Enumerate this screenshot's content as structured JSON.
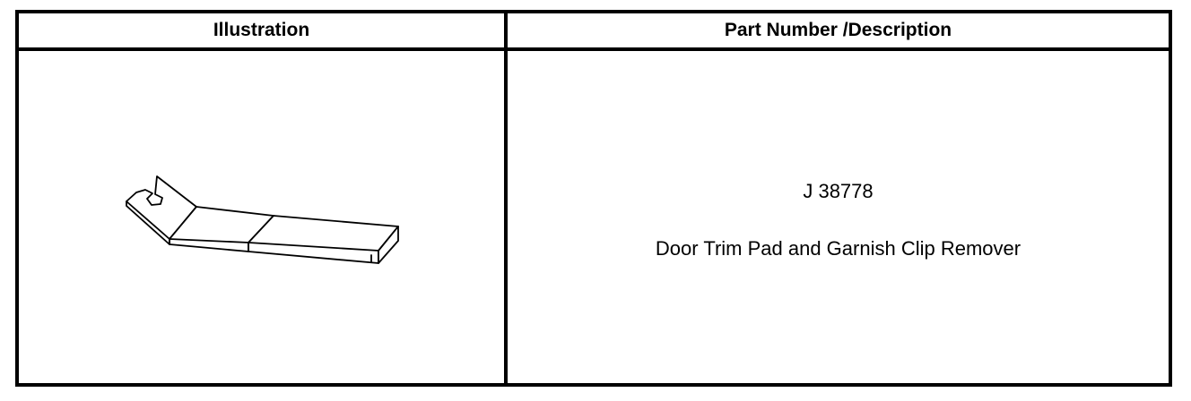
{
  "table": {
    "headers": {
      "illustration": "Illustration",
      "part_number_description": "Part Number /Description"
    },
    "rows": [
      {
        "illustration_icon": "door-trim-clip-remover-tool",
        "part_number": "J 38778",
        "description": "Door Trim Pad and Garnish Clip Remover"
      }
    ]
  }
}
